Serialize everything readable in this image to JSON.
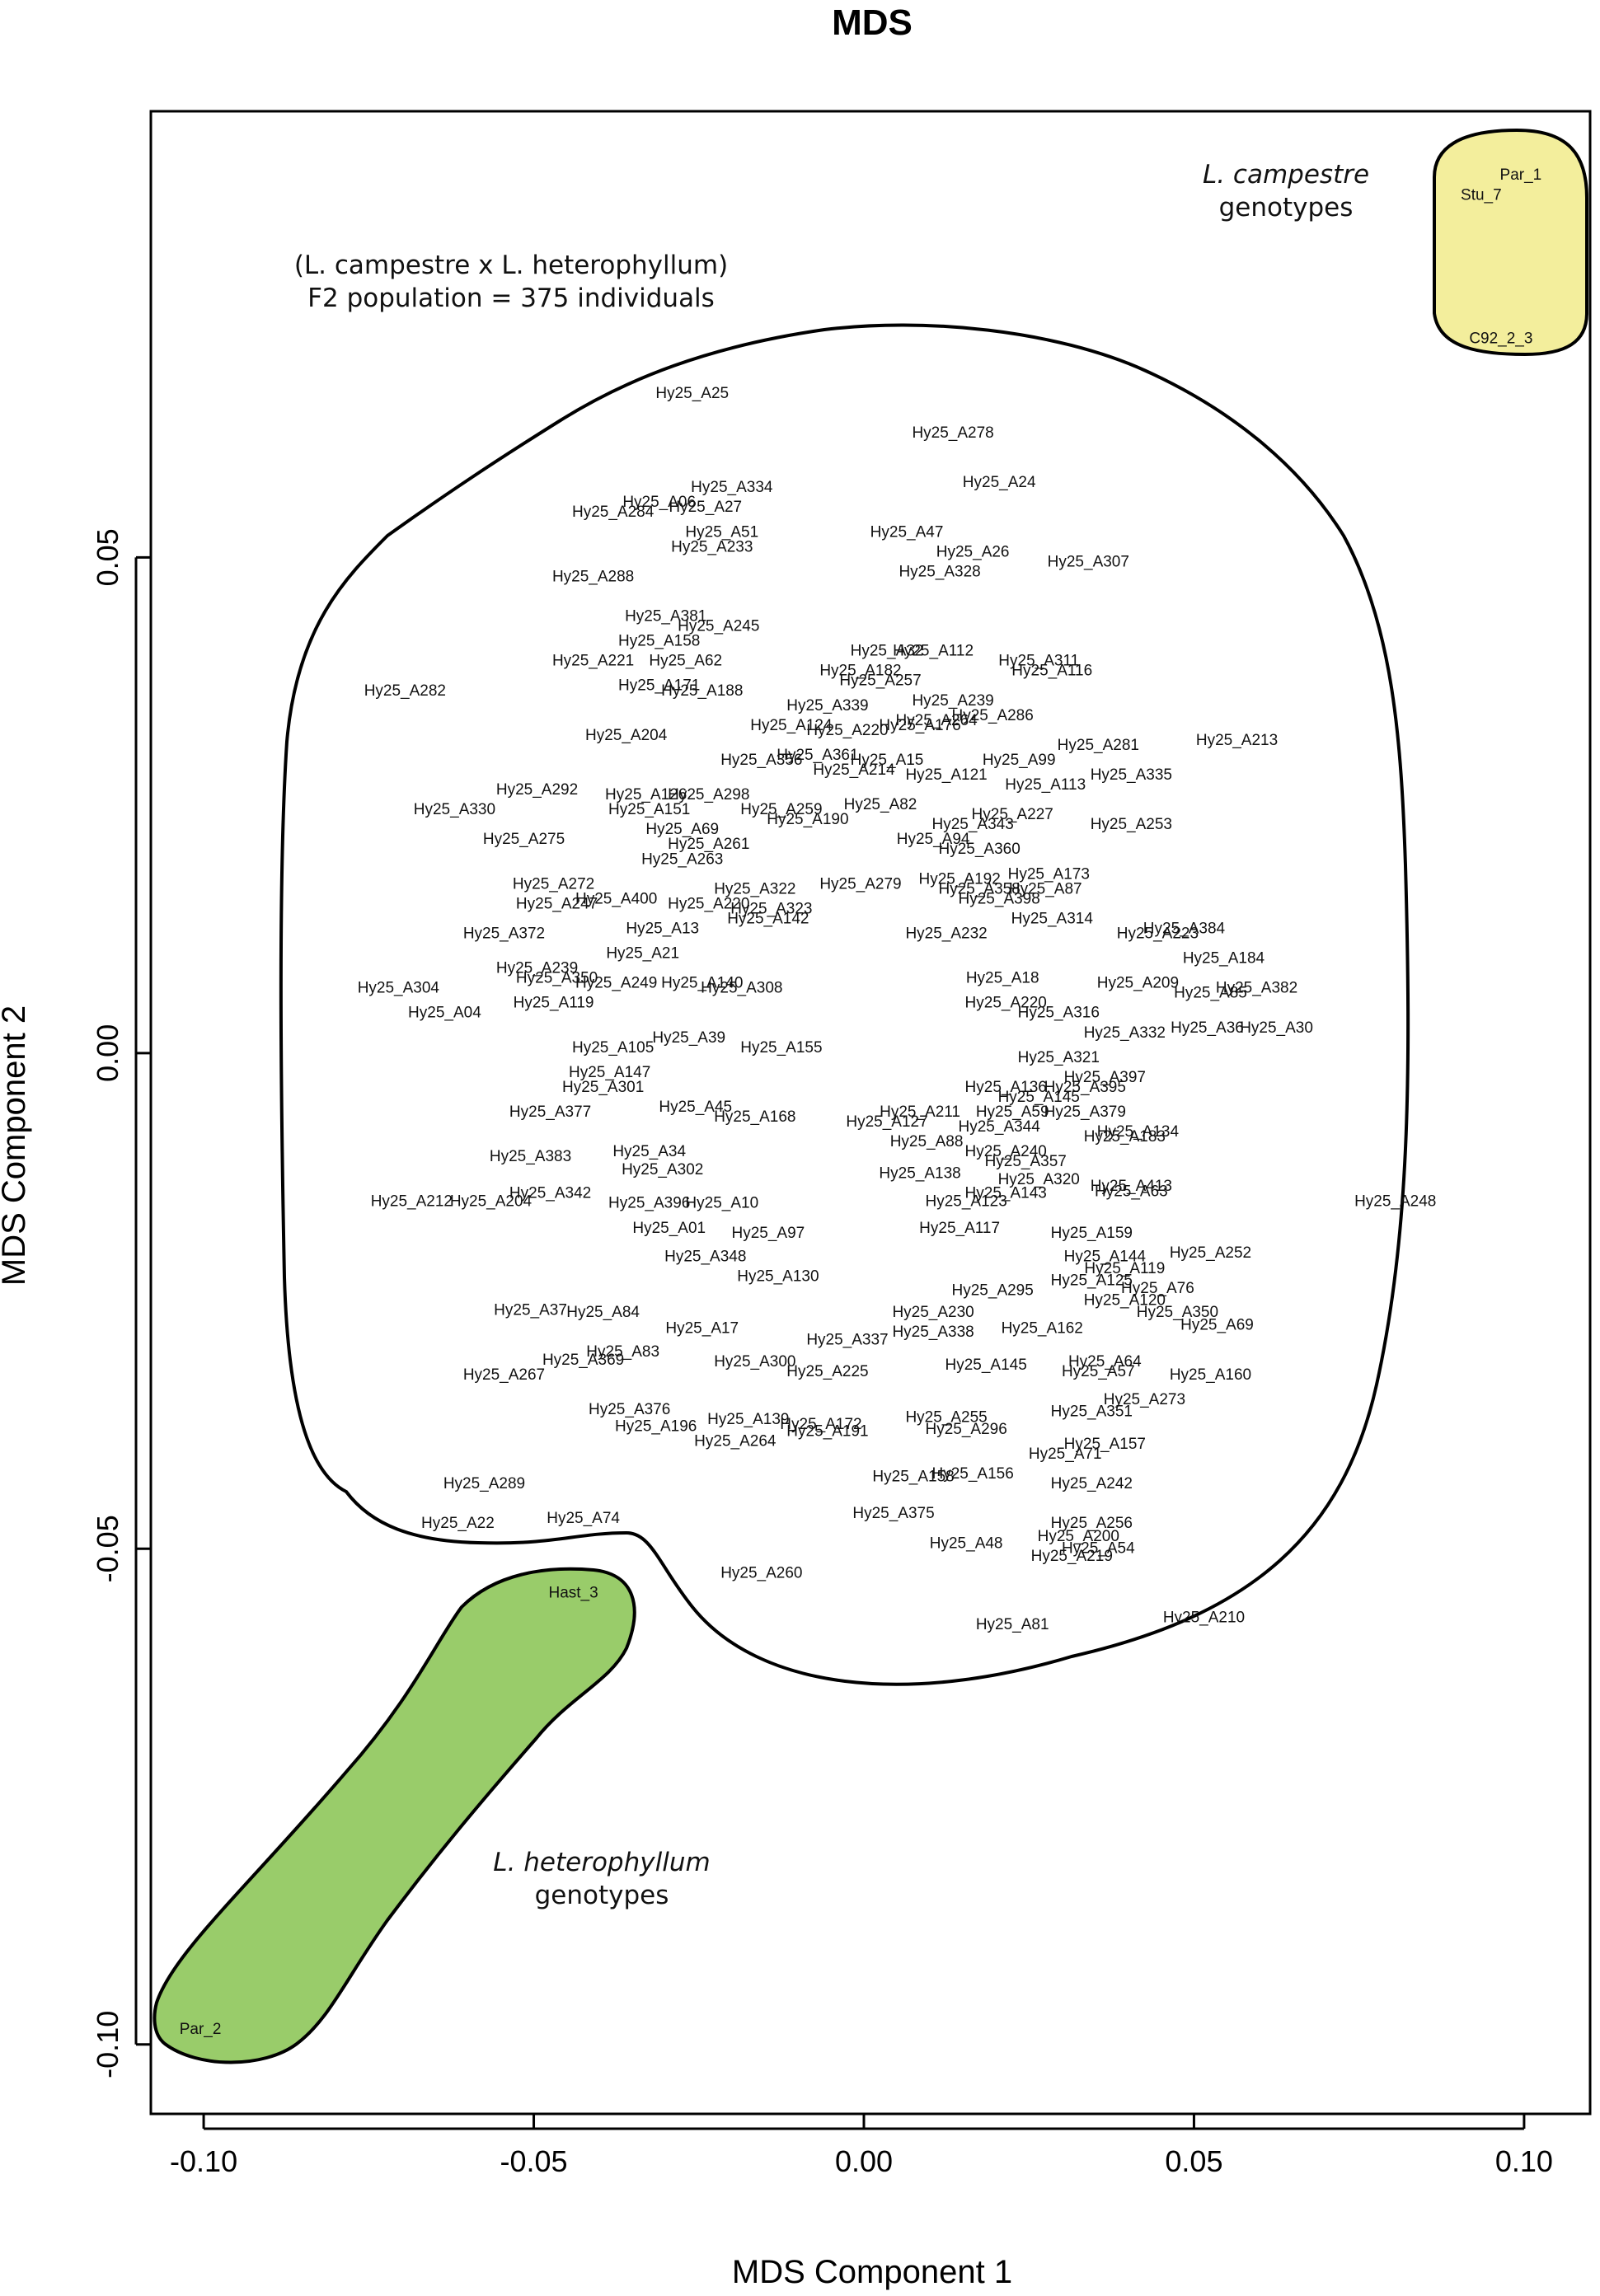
{
  "chart_data": {
    "type": "scatter",
    "title": "MDS",
    "xlabel": "MDS Component 1",
    "ylabel": "MDS Component 2",
    "xlim": [
      -0.108,
      0.11
    ],
    "ylim": [
      -0.107,
      0.095
    ],
    "xticks": [
      "-0.10",
      "-0.05",
      "0.00",
      "0.05",
      "0.10"
    ],
    "yticks": [
      "-0.10",
      "-0.05",
      "0.00",
      "0.05"
    ],
    "xtick_values": [
      -0.1,
      -0.05,
      0.0,
      0.05,
      0.1
    ],
    "ytick_values": [
      -0.1,
      -0.05,
      0.0,
      0.05
    ],
    "grid": false,
    "annotations": {
      "campestre_group_line1": "L. campestre",
      "campestre_group_line2": "genotypes",
      "heterophyllum_group_line1": "L. heterophyllum",
      "heterophyllum_group_line2": "genotypes",
      "population_line1": "(L. campestre x L. heterophyllum)",
      "population_line2": "F2 population = 375 individuals"
    },
    "group_colors": {
      "campestre": "#f3ee9c",
      "heterophyllum": "#99cc6a",
      "f2": "#ffffff"
    },
    "parents": [
      {
        "label": "Par_1",
        "x": 0.0995,
        "y": 0.0885,
        "group": "campestre"
      },
      {
        "label": "Stu_7",
        "x": 0.0935,
        "y": 0.0865,
        "group": "campestre"
      },
      {
        "label": "C92_2_3",
        "x": 0.0965,
        "y": 0.072,
        "group": "campestre"
      },
      {
        "label": "Hast_3",
        "x": -0.044,
        "y": -0.0545,
        "group": "heterophyllum"
      },
      {
        "label": "Par_2",
        "x": -0.1005,
        "y": -0.0985,
        "group": "heterophyllum"
      }
    ],
    "f2_points": [
      {
        "label": "Hy25_A25",
        "x": -0.026,
        "y": 0.0665
      },
      {
        "label": "Hy25_A278",
        "x": 0.0135,
        "y": 0.0625
      },
      {
        "label": "Hy25_A334",
        "x": -0.02,
        "y": 0.057
      },
      {
        "label": "Hy25_A24",
        "x": 0.0205,
        "y": 0.0575
      },
      {
        "label": "Hy25_A06",
        "x": -0.031,
        "y": 0.0555
      },
      {
        "label": "Hy25_A27",
        "x": -0.024,
        "y": 0.055
      },
      {
        "label": "Hy25_A284",
        "x": -0.038,
        "y": 0.0545
      },
      {
        "label": "Hy25_A51",
        "x": -0.0215,
        "y": 0.0525
      },
      {
        "label": "Hy25_A47",
        "x": 0.0065,
        "y": 0.0525
      },
      {
        "label": "Hy25_A233",
        "x": -0.023,
        "y": 0.051
      },
      {
        "label": "Hy25_A26",
        "x": 0.0165,
        "y": 0.0505
      },
      {
        "label": "Hy25_A307",
        "x": 0.034,
        "y": 0.0495
      },
      {
        "label": "Hy25_A328",
        "x": 0.0115,
        "y": 0.0485
      },
      {
        "label": "Hy25_A288",
        "x": -0.041,
        "y": 0.048
      },
      {
        "label": "Hy25_A381",
        "x": -0.03,
        "y": 0.044
      },
      {
        "label": "Hy25_A245",
        "x": -0.022,
        "y": 0.043
      },
      {
        "label": "Hy25_A158",
        "x": -0.031,
        "y": 0.0415
      },
      {
        "label": "Hy25_A62",
        "x": -0.027,
        "y": 0.0395
      },
      {
        "label": "Hy25_A221",
        "x": -0.041,
        "y": 0.0395
      },
      {
        "label": "Hy25_A32",
        "x": 0.0035,
        "y": 0.0405
      },
      {
        "label": "Hy25_A112",
        "x": 0.0105,
        "y": 0.0405
      },
      {
        "label": "Hy25_A311",
        "x": 0.0265,
        "y": 0.0395
      },
      {
        "label": "Hy25_A182",
        "x": -0.0005,
        "y": 0.0385
      },
      {
        "label": "Hy25_A257",
        "x": 0.0025,
        "y": 0.0375
      },
      {
        "label": "Hy25_A116",
        "x": 0.0285,
        "y": 0.0385
      },
      {
        "label": "Hy25_A171",
        "x": -0.031,
        "y": 0.037
      },
      {
        "label": "Hy25_A188",
        "x": -0.0245,
        "y": 0.0365
      },
      {
        "label": "Hy25_A282",
        "x": -0.0695,
        "y": 0.0365
      },
      {
        "label": "Hy25_A239",
        "x": 0.0135,
        "y": 0.0355
      },
      {
        "label": "Hy25_A339",
        "x": -0.0055,
        "y": 0.035
      },
      {
        "label": "Hy25_A286",
        "x": 0.0195,
        "y": 0.034
      },
      {
        "label": "Hy25_A264",
        "x": 0.011,
        "y": 0.0335
      },
      {
        "label": "Hy25_A124",
        "x": -0.011,
        "y": 0.033
      },
      {
        "label": "Hy25_A220",
        "x": -0.0025,
        "y": 0.0325
      },
      {
        "label": "Hy25_A176",
        "x": 0.0085,
        "y": 0.033
      },
      {
        "label": "Hy25_A204",
        "x": -0.036,
        "y": 0.032
      },
      {
        "label": "Hy25_A281",
        "x": 0.0355,
        "y": 0.031
      },
      {
        "label": "Hy25_A213",
        "x": 0.0565,
        "y": 0.0315
      },
      {
        "label": "Hy25_A361",
        "x": -0.007,
        "y": 0.03
      },
      {
        "label": "Hy25_A356",
        "x": -0.0155,
        "y": 0.0295
      },
      {
        "label": "Hy25_A15",
        "x": 0.0035,
        "y": 0.0295
      },
      {
        "label": "Hy25_A214",
        "x": -0.0015,
        "y": 0.0285
      },
      {
        "label": "Hy25_A99",
        "x": 0.0235,
        "y": 0.0295
      },
      {
        "label": "Hy25_A121",
        "x": 0.0125,
        "y": 0.028
      },
      {
        "label": "Hy25_A335",
        "x": 0.0405,
        "y": 0.028
      },
      {
        "label": "Hy25_A113",
        "x": 0.0275,
        "y": 0.027
      },
      {
        "label": "Hy25_A292",
        "x": -0.0495,
        "y": 0.0265
      },
      {
        "label": "Hy25_A126",
        "x": -0.033,
        "y": 0.026
      },
      {
        "label": "Hy25_A298",
        "x": -0.0235,
        "y": 0.026
      },
      {
        "label": "Hy25_A82",
        "x": 0.0025,
        "y": 0.025
      },
      {
        "label": "Hy25_A227",
        "x": 0.0225,
        "y": 0.024
      },
      {
        "label": "Hy25_A330",
        "x": -0.062,
        "y": 0.0245
      },
      {
        "label": "Hy25_A151",
        "x": -0.0325,
        "y": 0.0245
      },
      {
        "label": "Hy25_A259",
        "x": -0.0125,
        "y": 0.0245
      },
      {
        "label": "Hy25_A190",
        "x": -0.0085,
        "y": 0.0235
      },
      {
        "label": "Hy25_A343",
        "x": 0.0165,
        "y": 0.023
      },
      {
        "label": "Hy25_A69",
        "x": -0.0275,
        "y": 0.0225
      },
      {
        "label": "Hy25_A253",
        "x": 0.0405,
        "y": 0.023
      },
      {
        "label": "Hy25_A275",
        "x": -0.0515,
        "y": 0.0215
      },
      {
        "label": "Hy25_A261",
        "x": -0.0235,
        "y": 0.021
      },
      {
        "label": "Hy25_A94",
        "x": 0.0105,
        "y": 0.0215
      },
      {
        "label": "Hy25_A360",
        "x": 0.0175,
        "y": 0.0205
      },
      {
        "label": "Hy25_A263",
        "x": -0.0275,
        "y": 0.0195
      },
      {
        "label": "Hy25_A173",
        "x": 0.028,
        "y": 0.018
      },
      {
        "label": "Hy25_A192",
        "x": 0.0145,
        "y": 0.0175
      },
      {
        "label": "Hy25_A87",
        "x": 0.0275,
        "y": 0.0165
      },
      {
        "label": "Hy25_A272",
        "x": -0.047,
        "y": 0.017
      },
      {
        "label": "Hy25_A322",
        "x": -0.0165,
        "y": 0.0165
      },
      {
        "label": "Hy25_A279",
        "x": -0.0005,
        "y": 0.017
      },
      {
        "label": "Hy25_A358",
        "x": 0.0175,
        "y": 0.0165
      },
      {
        "label": "Hy25_A400",
        "x": -0.0375,
        "y": 0.0155
      },
      {
        "label": "Hy25_A247",
        "x": -0.0465,
        "y": 0.015
      },
      {
        "label": "Hy25_A398",
        "x": 0.0205,
        "y": 0.0155
      },
      {
        "label": "Hy25_A220",
        "x": -0.0235,
        "y": 0.015
      },
      {
        "label": "Hy25_A323",
        "x": -0.014,
        "y": 0.0145
      },
      {
        "label": "Hy25_A142",
        "x": -0.0145,
        "y": 0.0135
      },
      {
        "label": "Hy25_A314",
        "x": 0.0285,
        "y": 0.0135
      },
      {
        "label": "Hy25_A13",
        "x": -0.0305,
        "y": 0.0125
      },
      {
        "label": "Hy25_A372",
        "x": -0.0545,
        "y": 0.012
      },
      {
        "label": "Hy25_A232",
        "x": 0.0125,
        "y": 0.012
      },
      {
        "label": "Hy25_A384",
        "x": 0.0485,
        "y": 0.0125
      },
      {
        "label": "Hy25_A223",
        "x": 0.0445,
        "y": 0.012
      },
      {
        "label": "Hy25_A21",
        "x": -0.0335,
        "y": 0.01
      },
      {
        "label": "Hy25_A184",
        "x": 0.0545,
        "y": 0.0095
      },
      {
        "label": "Hy25_A239",
        "x": -0.0495,
        "y": 0.0085
      },
      {
        "label": "Hy25_A350",
        "x": -0.0465,
        "y": 0.0075
      },
      {
        "label": "Hy25_A249",
        "x": -0.0375,
        "y": 0.007
      },
      {
        "label": "Hy25_A140",
        "x": -0.0245,
        "y": 0.007
      },
      {
        "label": "Hy25_A308",
        "x": -0.0185,
        "y": 0.0065
      },
      {
        "label": "Hy25_A18",
        "x": 0.021,
        "y": 0.0075
      },
      {
        "label": "Hy25_A209",
        "x": 0.0415,
        "y": 0.007
      },
      {
        "label": "Hy25_A382",
        "x": 0.0595,
        "y": 0.0065
      },
      {
        "label": "Hy25_A304",
        "x": -0.0705,
        "y": 0.0065
      },
      {
        "label": "Hy25_A85",
        "x": 0.0525,
        "y": 0.006
      },
      {
        "label": "Hy25_A119",
        "x": -0.047,
        "y": 0.005
      },
      {
        "label": "Hy25_A220",
        "x": 0.0215,
        "y": 0.005
      },
      {
        "label": "Hy25_A04",
        "x": -0.0635,
        "y": 0.004
      },
      {
        "label": "Hy25_A316",
        "x": 0.0295,
        "y": 0.004
      },
      {
        "label": "Hy25_A36",
        "x": 0.052,
        "y": 0.0025
      },
      {
        "label": "Hy25_A30",
        "x": 0.0625,
        "y": 0.0025
      },
      {
        "label": "Hy25_A332",
        "x": 0.0395,
        "y": 0.002
      },
      {
        "label": "Hy25_A39",
        "x": -0.0265,
        "y": 0.0015
      },
      {
        "label": "Hy25_A105",
        "x": -0.038,
        "y": 0.0005
      },
      {
        "label": "Hy25_A155",
        "x": -0.0125,
        "y": 0.0005
      },
      {
        "label": "Hy25_A321",
        "x": 0.0295,
        "y": -0.0005
      },
      {
        "label": "Hy25_A147",
        "x": -0.0385,
        "y": -0.002
      },
      {
        "label": "Hy25_A397",
        "x": 0.0365,
        "y": -0.0025
      },
      {
        "label": "Hy25_A301",
        "x": -0.0395,
        "y": -0.0035
      },
      {
        "label": "Hy25_A136",
        "x": 0.0215,
        "y": -0.0035
      },
      {
        "label": "Hy25_A395",
        "x": 0.0335,
        "y": -0.0035
      },
      {
        "label": "Hy25_A45",
        "x": -0.0255,
        "y": -0.0055
      },
      {
        "label": "Hy25_A145",
        "x": 0.0265,
        "y": -0.0045
      },
      {
        "label": "Hy25_A211",
        "x": 0.0085,
        "y": -0.006
      },
      {
        "label": "Hy25_A379",
        "x": 0.0335,
        "y": -0.006
      },
      {
        "label": "Hy25_A377",
        "x": -0.0475,
        "y": -0.006
      },
      {
        "label": "Hy25_A168",
        "x": -0.0165,
        "y": -0.0065
      },
      {
        "label": "Hy25_A59",
        "x": 0.0225,
        "y": -0.006
      },
      {
        "label": "Hy25_A127",
        "x": 0.0035,
        "y": -0.007
      },
      {
        "label": "Hy25_A344",
        "x": 0.0205,
        "y": -0.0075
      },
      {
        "label": "Hy25_A134",
        "x": 0.0415,
        "y": -0.008
      },
      {
        "label": "Hy25_A183",
        "x": 0.0395,
        "y": -0.0085
      },
      {
        "label": "Hy25_A88",
        "x": 0.0095,
        "y": -0.009
      },
      {
        "label": "Hy25_A34",
        "x": -0.0325,
        "y": -0.01
      },
      {
        "label": "Hy25_A240",
        "x": 0.0215,
        "y": -0.01
      },
      {
        "label": "Hy25_A383",
        "x": -0.0505,
        "y": -0.0105
      },
      {
        "label": "Hy25_A357",
        "x": 0.0245,
        "y": -0.011
      },
      {
        "label": "Hy25_A302",
        "x": -0.0305,
        "y": -0.0118
      },
      {
        "label": "Hy25_A138",
        "x": 0.0085,
        "y": -0.0122
      },
      {
        "label": "Hy25_A320",
        "x": 0.0265,
        "y": -0.0128
      },
      {
        "label": "Hy25_A413",
        "x": 0.0405,
        "y": -0.0135
      },
      {
        "label": "Hy25_A63",
        "x": 0.0405,
        "y": -0.014
      },
      {
        "label": "Hy25_A143",
        "x": 0.0215,
        "y": -0.0142
      },
      {
        "label": "Hy25_A123",
        "x": 0.0155,
        "y": -0.015
      },
      {
        "label": "Hy25_A212",
        "x": -0.0685,
        "y": -0.015
      },
      {
        "label": "Hy25_A342",
        "x": -0.0475,
        "y": -0.0142
      },
      {
        "label": "Hy25_A204",
        "x": -0.0565,
        "y": -0.015
      },
      {
        "label": "Hy25_A396",
        "x": -0.0325,
        "y": -0.0152
      },
      {
        "label": "Hy25_A10",
        "x": -0.0215,
        "y": -0.0152
      },
      {
        "label": "Hy25_A248",
        "x": 0.0805,
        "y": -0.015
      },
      {
        "label": "Hy25_A01",
        "x": -0.0295,
        "y": -0.0177
      },
      {
        "label": "Hy25_A117",
        "x": 0.0145,
        "y": -0.0177
      },
      {
        "label": "Hy25_A97",
        "x": -0.0145,
        "y": -0.0182
      },
      {
        "label": "Hy25_A159",
        "x": 0.0345,
        "y": -0.0182
      },
      {
        "label": "Hy25_A252",
        "x": 0.0525,
        "y": -0.0202
      },
      {
        "label": "Hy25_A348",
        "x": -0.024,
        "y": -0.0206
      },
      {
        "label": "Hy25_A144",
        "x": 0.0365,
        "y": -0.0206
      },
      {
        "label": "Hy25_A119",
        "x": 0.0395,
        "y": -0.0218
      },
      {
        "label": "Hy25_A130",
        "x": -0.013,
        "y": -0.0226
      },
      {
        "label": "Hy25_A125",
        "x": 0.0345,
        "y": -0.023
      },
      {
        "label": "Hy25_A76",
        "x": 0.0445,
        "y": -0.0238
      },
      {
        "label": "Hy25_A295",
        "x": 0.0195,
        "y": -0.024
      },
      {
        "label": "Hy25_A120",
        "x": 0.0395,
        "y": -0.025
      },
      {
        "label": "Hy25_A37",
        "x": -0.0505,
        "y": -0.026
      },
      {
        "label": "Hy25_A84",
        "x": -0.0395,
        "y": -0.0262
      },
      {
        "label": "Hy25_A230",
        "x": 0.0105,
        "y": -0.0262
      },
      {
        "label": "Hy25_A350",
        "x": 0.0475,
        "y": -0.0262
      },
      {
        "label": "Hy25_A69",
        "x": 0.0535,
        "y": -0.0275
      },
      {
        "label": "Hy25_A17",
        "x": -0.0245,
        "y": -0.0278
      },
      {
        "label": "Hy25_A162",
        "x": 0.027,
        "y": -0.0278
      },
      {
        "label": "Hy25_A338",
        "x": 0.0105,
        "y": -0.0282
      },
      {
        "label": "Hy25_A337",
        "x": -0.0025,
        "y": -0.029
      },
      {
        "label": "Hy25_A83",
        "x": -0.0365,
        "y": -0.0302
      },
      {
        "label": "Hy25_A369",
        "x": -0.0425,
        "y": -0.031
      },
      {
        "label": "Hy25_A300",
        "x": -0.0165,
        "y": -0.0312
      },
      {
        "label": "Hy25_A145",
        "x": 0.0185,
        "y": -0.0315
      },
      {
        "label": "Hy25_A64",
        "x": 0.0365,
        "y": -0.0312
      },
      {
        "label": "Hy25_A267",
        "x": -0.0545,
        "y": -0.0325
      },
      {
        "label": "Hy25_A225",
        "x": -0.0055,
        "y": -0.0322
      },
      {
        "label": "Hy25_A160",
        "x": 0.0525,
        "y": -0.0325
      },
      {
        "label": "Hy25_A57",
        "x": 0.0355,
        "y": -0.0322
      },
      {
        "label": "Hy25_A273",
        "x": 0.0425,
        "y": -0.035
      },
      {
        "label": "Hy25_A351",
        "x": 0.0345,
        "y": -0.0362
      },
      {
        "label": "Hy25_A376",
        "x": -0.0355,
        "y": -0.036
      },
      {
        "label": "Hy25_A139",
        "x": -0.0175,
        "y": -0.037
      },
      {
        "label": "Hy25_A255",
        "x": 0.0125,
        "y": -0.0368
      },
      {
        "label": "Hy25_A196",
        "x": -0.0315,
        "y": -0.0377
      },
      {
        "label": "Hy25_A172",
        "x": -0.0065,
        "y": -0.0375
      },
      {
        "label": "Hy25_A296",
        "x": 0.0155,
        "y": -0.038
      },
      {
        "label": "Hy25_A191",
        "x": -0.0055,
        "y": -0.0382
      },
      {
        "label": "Hy25_A264",
        "x": -0.0195,
        "y": -0.0392
      },
      {
        "label": "Hy25_A157",
        "x": 0.0365,
        "y": -0.0395
      },
      {
        "label": "Hy25_A71",
        "x": 0.0305,
        "y": -0.0405
      },
      {
        "label": "Hy25_A242",
        "x": 0.0345,
        "y": -0.0435
      },
      {
        "label": "Hy25_A156",
        "x": 0.0165,
        "y": -0.0425
      },
      {
        "label": "Hy25_A158",
        "x": 0.0075,
        "y": -0.0428
      },
      {
        "label": "Hy25_A289",
        "x": -0.0575,
        "y": -0.0435
      },
      {
        "label": "Hy25_A375",
        "x": 0.0045,
        "y": -0.0465
      },
      {
        "label": "Hy25_A74",
        "x": -0.0425,
        "y": -0.047
      },
      {
        "label": "Hy25_A22",
        "x": -0.0615,
        "y": -0.0475
      },
      {
        "label": "Hy25_A256",
        "x": 0.0345,
        "y": -0.0475
      },
      {
        "label": "Hy25_A200",
        "x": 0.0325,
        "y": -0.0488
      },
      {
        "label": "Hy25_A48",
        "x": 0.0155,
        "y": -0.0495
      },
      {
        "label": "Hy25_A54",
        "x": 0.0355,
        "y": -0.05
      },
      {
        "label": "Hy25_A219",
        "x": 0.0315,
        "y": -0.0508
      },
      {
        "label": "Hy25_A260",
        "x": -0.0155,
        "y": -0.0525
      },
      {
        "label": "Hy25_A210",
        "x": 0.0515,
        "y": -0.057
      },
      {
        "label": "Hy25_A81",
        "x": 0.0225,
        "y": -0.0577
      }
    ]
  }
}
